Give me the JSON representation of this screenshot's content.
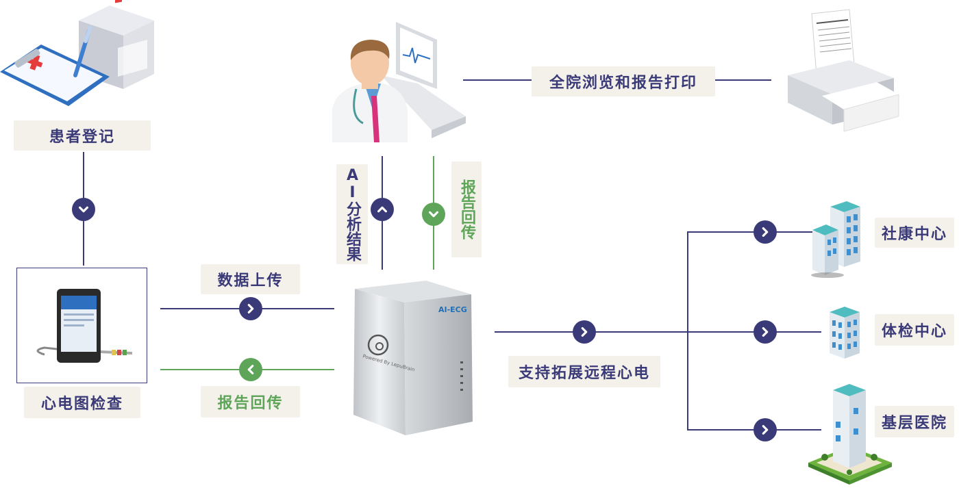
{
  "labels": {
    "patient_register": "患者登记",
    "ecg_check": "心电图检查",
    "data_upload": "数据上传",
    "report_return_left": "报告回传",
    "ai_result": "AI分析结果",
    "report_return_top": "报告回传",
    "hospital_print": "全院浏览和报告打印",
    "remote_ecg": "支持拓展远程心电",
    "community_center": "社康中心",
    "physical_center": "体检中心",
    "primary_hospital": "基层医院"
  },
  "server": {
    "brand": "AI-ECG",
    "powered_by": "Powered By LepuBrain"
  },
  "colors": {
    "primary": "#3b3a78",
    "green": "#5ea55a",
    "label_bg": "#f4f1ea"
  }
}
